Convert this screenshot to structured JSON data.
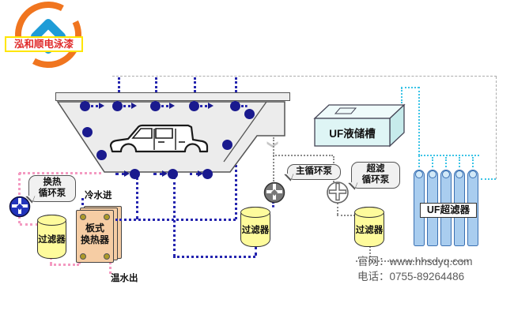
{
  "logo": {
    "text": "泓和顺电泳漆"
  },
  "pumps": {
    "heat": {
      "line1": "换热",
      "line2": "循环泵"
    },
    "main": {
      "label": "主循环泵"
    },
    "uf": {
      "line1": "超滤",
      "line2": "循环泵"
    }
  },
  "heat_exchanger": {
    "line1": "板式",
    "line2": "换热器",
    "cold_in": "冷水进",
    "warm_out": "温水出"
  },
  "filters": {
    "f1": "过滤器",
    "f2": "过滤器",
    "f3": "过滤器"
  },
  "uf": {
    "tank_label": "UF液储槽",
    "filter_label": "UF超滤器"
  },
  "contact": {
    "website": "官网：www.hhsdyq.com",
    "phone": "电话：0755-89264486"
  },
  "colors": {
    "pipe_blue": "#2525AF",
    "pipe_pink": "#F49AC1",
    "pipe_cyan": "#3CC4E6",
    "pipe_gray": "#8A8A8A",
    "nozzle_navy": "#1A1A8E",
    "filter_yellow": "#FEFB9C",
    "plate_tan": "#F6CDA4",
    "uf_tank_cyan": "#DEF5F5",
    "tube_blue": "#A9CDEF",
    "logo_orange": "#F0751F",
    "logo_blue": "#1E9CD7",
    "logo_red": "#E02A2A"
  }
}
